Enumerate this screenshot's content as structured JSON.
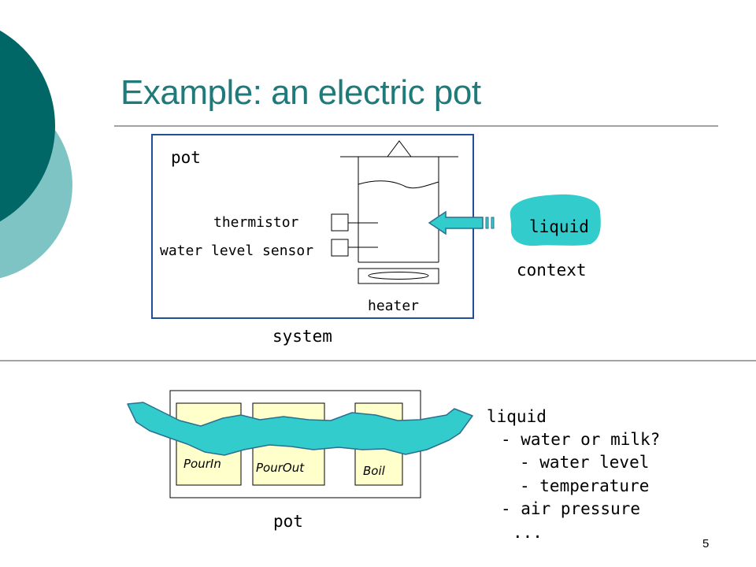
{
  "slide": {
    "title": "Example: an electric pot",
    "page_number": "5"
  },
  "system_diagram": {
    "pot_label": "pot",
    "thermistor_label": "thermistor",
    "water_level_sensor_label": "water level sensor",
    "heater_label": "heater",
    "system_label": "system",
    "liquid_label": "liquid",
    "context_label": "context"
  },
  "module_diagram": {
    "modules": [
      "PourIn",
      "PourOut",
      "Boil"
    ],
    "pot_label": "pot"
  },
  "liquid_notes": {
    "heading": "liquid",
    "lines": [
      "- water or milk?",
      "- water level",
      "- temperature",
      "- air pressure",
      "..."
    ]
  },
  "colors": {
    "title": "#1f7a7a",
    "dark_teal": "#006666",
    "light_teal": "#7fc4c4",
    "liquid_fill": "#33cccc",
    "system_border": "#1f4f99",
    "module_fill": "#ffffcc"
  }
}
